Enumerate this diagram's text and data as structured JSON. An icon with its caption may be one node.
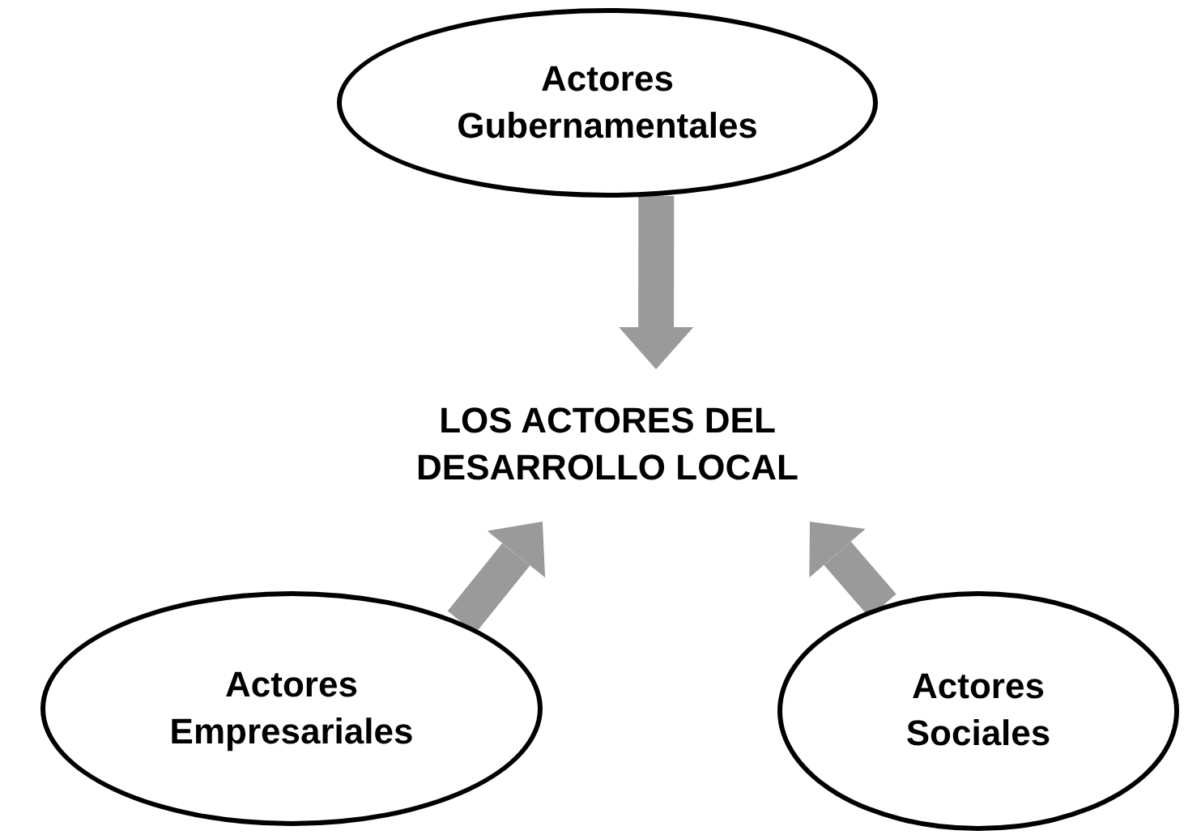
{
  "diagram": {
    "nodes": [
      {
        "text": [
          "Actores Gubernamentales"
        ]
      },
      {
        "text": [
          "LOS ACTORES DEL DESARROLLO LOCAL"
        ]
      },
      {
        "text": [
          "Actores Empresariales"
        ]
      },
      {
        "text": [
          "Actores Sociales"
        ]
      }
    ],
    "edges": [
      {
        "from": 0,
        "to": 1,
        "arrow": "to"
      },
      {
        "from": 2,
        "to": 1,
        "arrow": "to"
      },
      {
        "from": 3,
        "to": 1,
        "arrow": "to"
      }
    ]
  }
}
